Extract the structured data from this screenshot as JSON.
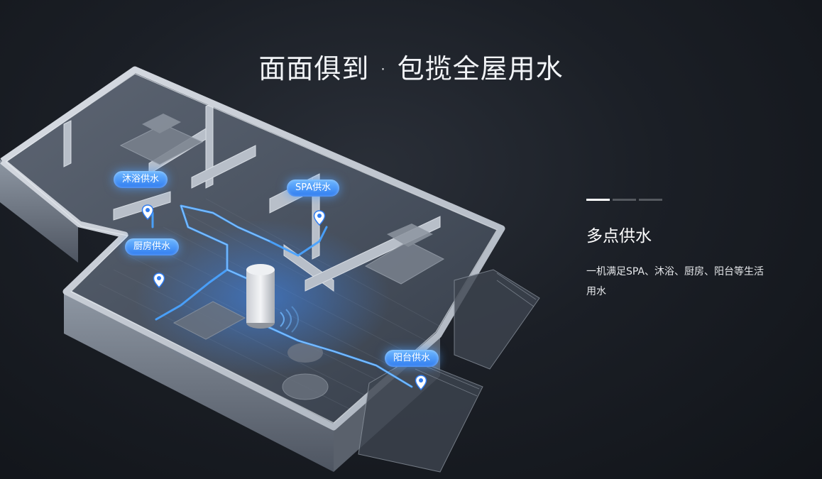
{
  "title": "面面俱到 · 包揽全屋用水",
  "tags": {
    "bath": "沐浴供水",
    "spa": "SPA供水",
    "kitchen": "厨房供水",
    "balcony": "阳台供水"
  },
  "feature": {
    "title": "多点供水",
    "description": "一机满足SPA、沐浴、厨房、阳台等生活用水",
    "slides_total": 3,
    "active_slide": 1
  },
  "colors": {
    "accent_blue": "#3b8cff",
    "pipe_glow": "#4aa3ff"
  },
  "icons": {
    "pin": "location-pin-icon"
  }
}
